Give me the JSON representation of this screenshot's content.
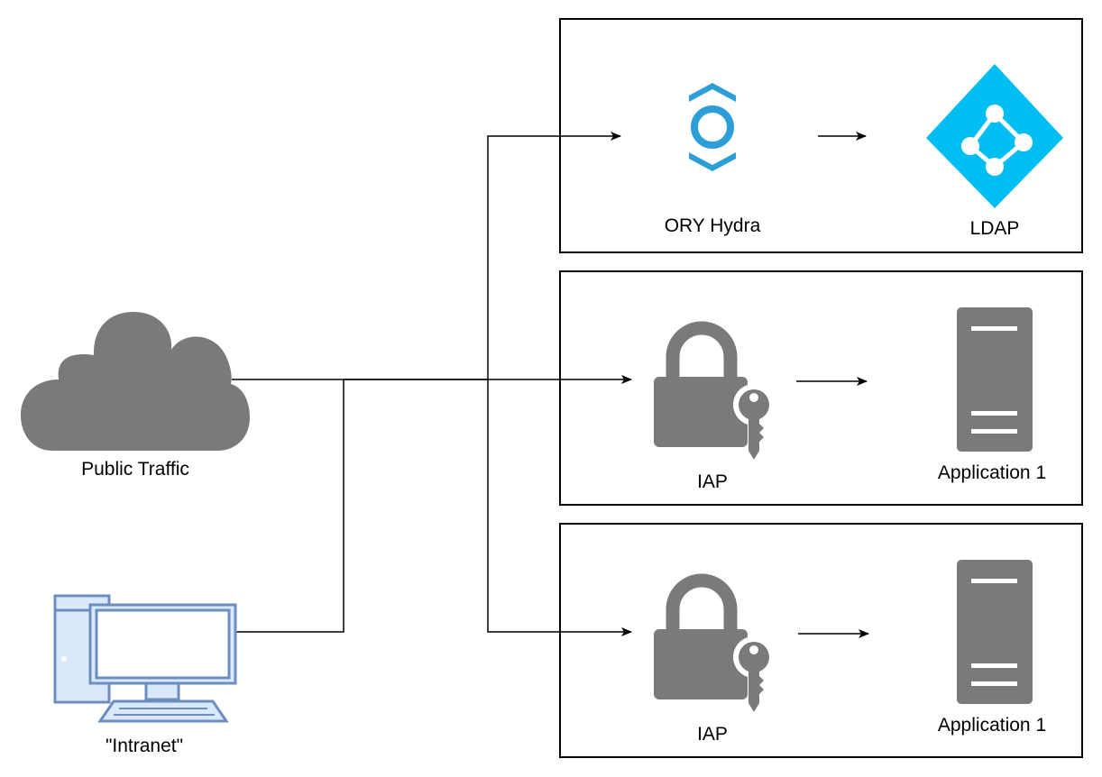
{
  "nodes": {
    "public_traffic": {
      "label": "Public Traffic",
      "icon": "cloud-icon"
    },
    "intranet": {
      "label": "\"Intranet\"",
      "icon": "desktop-computer-icon"
    },
    "hydra": {
      "label": "ORY Hydra",
      "icon": "ory-hydra-logo-icon"
    },
    "ldap": {
      "label": "LDAP",
      "icon": "ldap-directory-icon"
    },
    "iap_1": {
      "label": "IAP",
      "icon": "padlock-key-icon"
    },
    "app_1": {
      "label": "Application 1",
      "icon": "server-icon"
    },
    "iap_2": {
      "label": "IAP",
      "icon": "padlock-key-icon"
    },
    "app_2": {
      "label": "Application 1",
      "icon": "server-icon"
    }
  },
  "colors": {
    "icon_gray": "#7a7a7a",
    "hydra_blue": "#2d9fd8",
    "ldap_blue": "#00bef2",
    "computer_stroke": "#6c8ebf",
    "computer_fill": "#dae8fc",
    "line": "#000000"
  }
}
